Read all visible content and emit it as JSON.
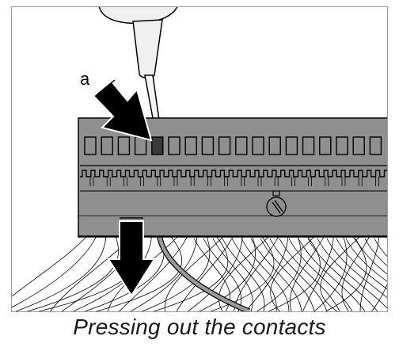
{
  "figure": {
    "label_a": "a",
    "caption": "Pressing out the contacts"
  },
  "colors": {
    "connector_body": "#8f8f8f",
    "outline": "#000000",
    "tool_fill": "#f0f0f0",
    "wire_highlight": "#9a9a9a",
    "background": "#ffffff"
  },
  "icons": [
    "screwdriver-tool",
    "arrow-press-down",
    "arrow-pull-down",
    "lock-symbol"
  ]
}
